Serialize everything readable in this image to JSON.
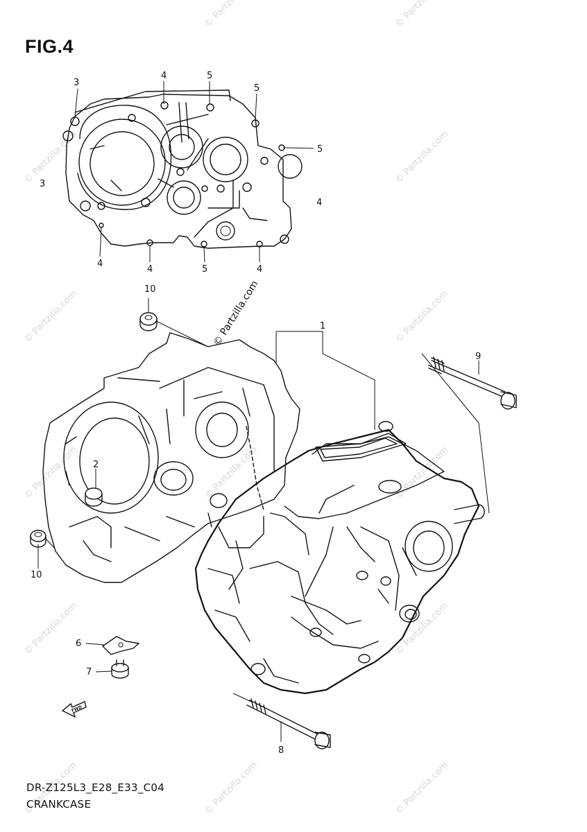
{
  "figure": {
    "title": "FIG.4",
    "footer_code": "DR-Z125L3_E28_E33_C04",
    "footer_name": "CRANKCASE"
  },
  "watermarks": {
    "text": "© Partzilla.com",
    "center_text": "© Partzilla.com"
  },
  "callouts": {
    "c1": "1",
    "c2": "2",
    "c3a": "3",
    "c3b": "3",
    "c4a": "4",
    "c4b": "4",
    "c4c": "4",
    "c4d": "4",
    "c4e": "4",
    "c5a": "5",
    "c5b": "5",
    "c5c": "5",
    "c5d": "5",
    "c6": "6",
    "c7": "7",
    "c8": "8",
    "c9": "9",
    "c10a": "10",
    "c10b": "10"
  },
  "fwd_arrow_label": "FWD",
  "colors": {
    "line": "#111111",
    "watermark": "#d6d6d6",
    "background": "#ffffff"
  }
}
